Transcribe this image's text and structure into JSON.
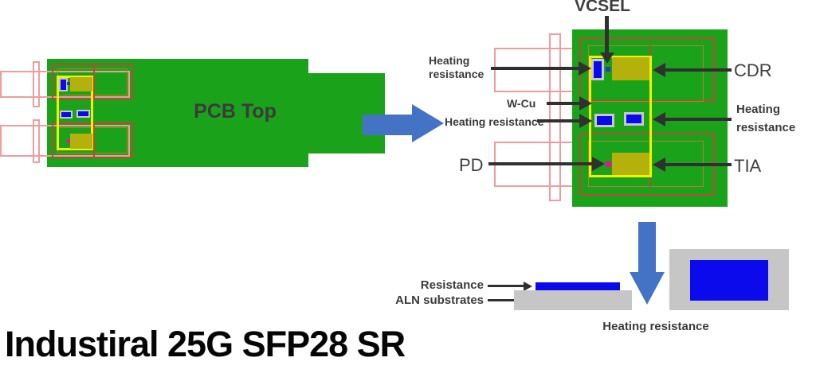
{
  "title": "Industiral 25G SFP28 SR",
  "pcb_overview": {
    "label": "PCB Top"
  },
  "pcb_detail": {
    "vcsel": "VCSEL",
    "heating_top": {
      "line1": "Heating",
      "line2": "resistance"
    },
    "wcu": "W-Cu",
    "heating_left": "Heating resistance",
    "pd": "PD",
    "cdr": "CDR",
    "heating_right": {
      "line1": "Heating",
      "line2": "resistance"
    },
    "tia": "TIA"
  },
  "substrate_section": {
    "resistance": "Resistance",
    "aln": "ALN substrates",
    "heating": "Heating resistance"
  },
  "colors": {
    "pcb_green": "#1AA31A",
    "chip_olive": "#B5B10C",
    "component_blue": "#0A0AEC",
    "component_border_gray": "#C9C9C9",
    "pad_outline_yellow": "#F2F200",
    "footprint_pink": "#F19C9C",
    "footprint_brick": "#B94A38",
    "footprint_orange": "#C07830",
    "pd_magenta": "#ED0E9C",
    "vcsel_navy": "#2B3ABD",
    "arrow_blue": "#4472C4",
    "substrate_gray": "#C6C6C6",
    "label_dark": "#3B3B3B"
  }
}
